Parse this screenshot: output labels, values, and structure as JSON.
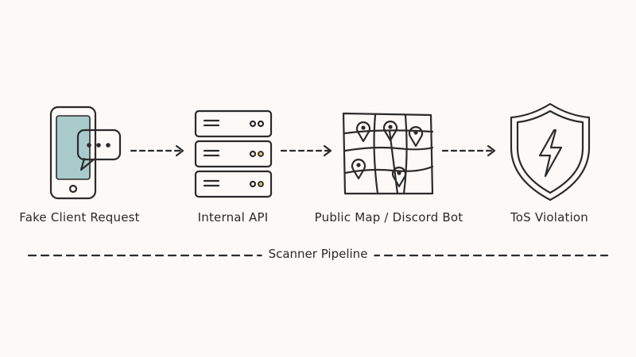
{
  "nodes": [
    {
      "id": "client",
      "label": "Fake Client Request",
      "icon": "smartphone-chat-icon"
    },
    {
      "id": "api",
      "label": "Internal API",
      "icon": "server-stack-icon"
    },
    {
      "id": "map",
      "label": "Public Map / Discord Bot",
      "icon": "map-pins-icon"
    },
    {
      "id": "tos",
      "label": "ToS Violation",
      "icon": "shield-lightning-icon"
    }
  ],
  "footer": {
    "label": "Scanner Pipeline"
  },
  "colors": {
    "phone_screen": "#a9cbcb",
    "server": "#a9cbcb",
    "server_light": "#e5b866",
    "map_paper": "#f7e8c9",
    "pin": "#f0b34a",
    "shield": "#ef9a80",
    "stroke": "#2b2b2b"
  }
}
